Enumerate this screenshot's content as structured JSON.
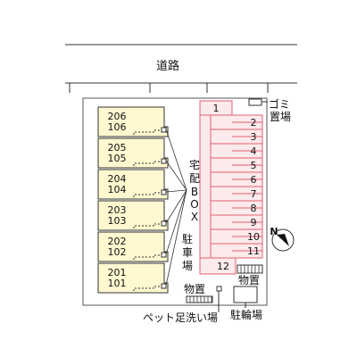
{
  "labels": {
    "road": "道路",
    "garbage": [
      "ゴミ",
      "置場"
    ],
    "delivery_box": [
      "宅",
      "配",
      "B",
      "O",
      "X"
    ],
    "parking": [
      "駐",
      "車",
      "場"
    ],
    "storage_right": "物置",
    "storage_bottom": "物置",
    "pet_wash": "ペット足洗い場",
    "bicycle": "駐輪場"
  },
  "units": [
    {
      "upper": "206",
      "lower": "106"
    },
    {
      "upper": "205",
      "lower": "105"
    },
    {
      "upper": "204",
      "lower": "104"
    },
    {
      "upper": "203",
      "lower": "103"
    },
    {
      "upper": "202",
      "lower": "102"
    },
    {
      "upper": "201",
      "lower": "101"
    }
  ],
  "parking_spaces": [
    "1",
    "2",
    "3",
    "4",
    "5",
    "6",
    "7",
    "8",
    "9",
    "10",
    "11",
    "12"
  ],
  "compass": {
    "letter": "N"
  },
  "colors": {
    "building_fill": "#fff8d0",
    "parking_line": "#e0606f",
    "parking_fill": "#fdeaec",
    "site_fill": "#ffffff",
    "line": "#333333"
  }
}
